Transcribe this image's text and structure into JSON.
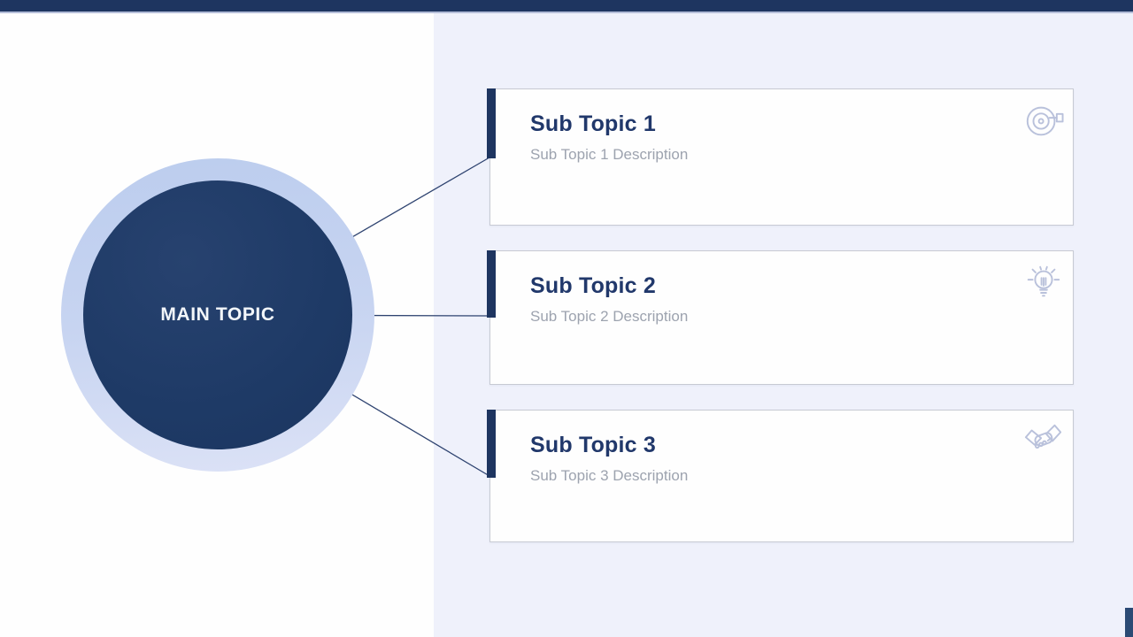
{
  "main_topic": {
    "label": "MAIN TOPIC"
  },
  "sub_topics": [
    {
      "title": "Sub Topic 1",
      "description": "Sub Topic 1 Description",
      "icon": "target-icon"
    },
    {
      "title": "Sub Topic 2",
      "description": "Sub Topic 2 Description",
      "icon": "lightbulb-icon"
    },
    {
      "title": "Sub Topic 3",
      "description": "Sub Topic 3 Description",
      "icon": "handshake-icon"
    }
  ],
  "colors": {
    "top_bar": "#1E3560",
    "circle_fill": "#1E3A66",
    "circle_ring": "#C7D4F1",
    "right_panel_bg": "#EFF1FB",
    "card_bg": "#FEFEFE",
    "card_border": "#C7CAD3",
    "accent_bar": "#1E3560",
    "title_text": "#21386B",
    "description_text": "#9DA3AF",
    "icon_stroke": "#B9C1DB",
    "connector_line": "#2E4370"
  }
}
